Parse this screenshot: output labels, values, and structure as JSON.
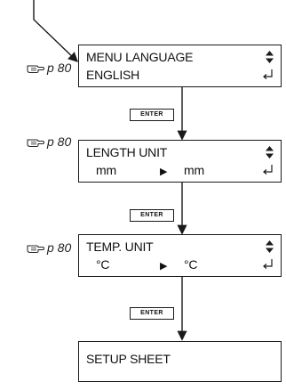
{
  "steps": [
    {
      "line1": "MENU LANGUAGE",
      "line2": "ENGLISH",
      "page_ref": "p 80"
    },
    {
      "line1": "LENGTH UNIT",
      "value_from": "mm",
      "value_to": "mm",
      "page_ref": "p 80"
    },
    {
      "line1": "TEMP. UNIT",
      "value_from": "°C",
      "value_to": "°C",
      "page_ref": "p 80"
    },
    {
      "line1": "SETUP SHEET"
    }
  ],
  "enter_key": "ENTER",
  "icons": {
    "hand": "pointing-hand-icon",
    "updown": "updown-arrows-icon",
    "enter": "enter-return-icon",
    "transition": "right-triangle-arrow"
  }
}
